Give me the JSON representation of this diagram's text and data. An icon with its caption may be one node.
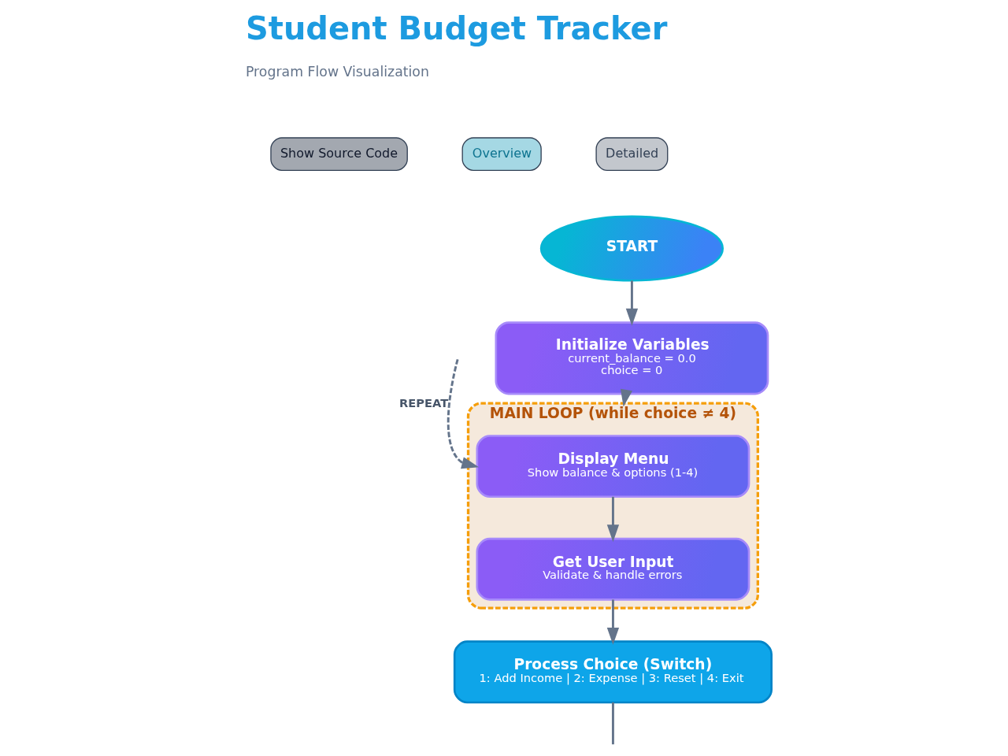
{
  "diagram": {
    "title": "Student Budget Tracker",
    "nodes": [
      {
        "text": [
          "START"
        ]
      },
      {
        "text": [
          "Initialize Variables",
          "current_balance = 0.0",
          "choice = 0"
        ]
      },
      {
        "text": [
          "MAIN LOOP (while choice ≠ 4)"
        ]
      },
      {
        "text": [
          "Display Menu",
          "Show balance & options (1-4)"
        ],
        "in": 2
      },
      {
        "text": [
          "Get User Input",
          "Validate & handle errors"
        ],
        "in": 2
      },
      {
        "text": [
          "Process Choice (Switch)",
          "1: Add Income | 2: Expense | 3: Reset | 4: Exit"
        ]
      }
    ],
    "edges": [
      {
        "from": 0,
        "to": 1,
        "arrow": "to"
      },
      {
        "from": 1,
        "to": 2,
        "arrow": "to"
      },
      {
        "from": 3,
        "to": 4,
        "arrow": "to"
      },
      {
        "from": 4,
        "to": 5,
        "arrow": "to"
      },
      {
        "from": 5,
        "to": null,
        "arrow": "none"
      },
      {
        "from": null,
        "to": 3,
        "arrow": "to",
        "style": "dashed",
        "label": "REPEAT"
      }
    ],
    "labels": [
      "Program Flow Visualization",
      "Show Source Code",
      "Overview",
      "Detailed"
    ]
  }
}
